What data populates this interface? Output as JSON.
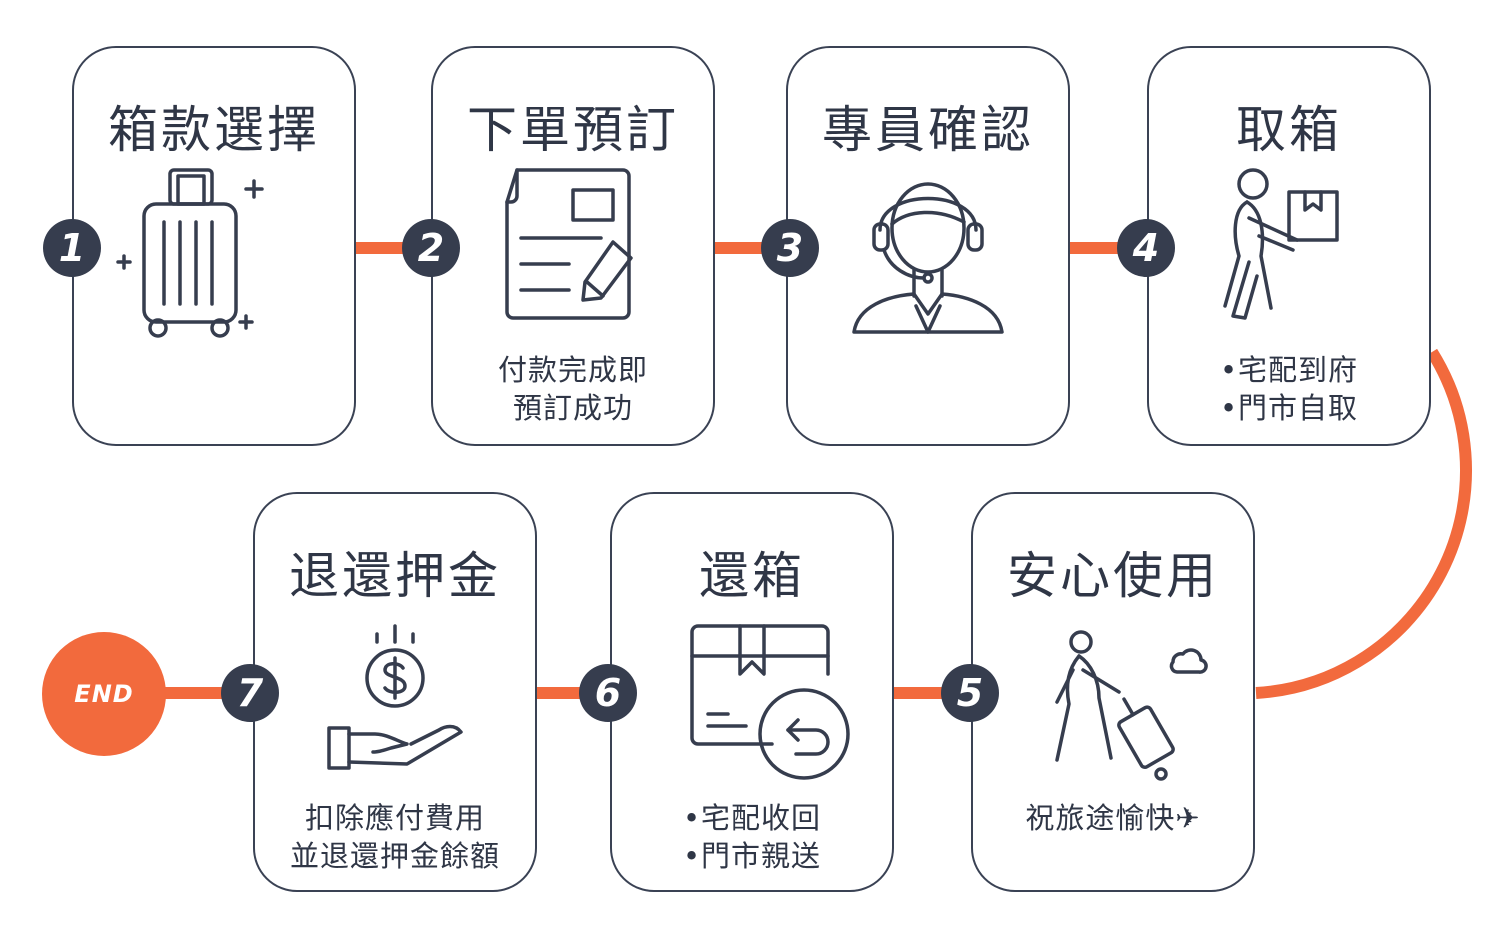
{
  "steps": [
    {
      "number": "1",
      "title": "箱款選擇",
      "description": [],
      "icon": "suitcase-icon"
    },
    {
      "number": "2",
      "title": "下單預訂",
      "description": [
        "付款完成即",
        "預訂成功"
      ],
      "icon": "document-pencil-icon"
    },
    {
      "number": "3",
      "title": "專員確認",
      "description": [],
      "icon": "customer-service-headset-icon"
    },
    {
      "number": "4",
      "title": "取箱",
      "description": [
        "•宅配到府",
        "•門市自取"
      ],
      "icon": "person-carrying-box-icon"
    },
    {
      "number": "5",
      "title": "安心使用",
      "description": [
        "祝旅途愉快✈"
      ],
      "icon": "traveler-with-luggage-icon"
    },
    {
      "number": "6",
      "title": "還箱",
      "description": [
        "•宅配收回",
        "•門市親送"
      ],
      "icon": "box-return-icon"
    },
    {
      "number": "7",
      "title": "退還押金",
      "description": [
        "扣除應付費用",
        "並退還押金餘額"
      ],
      "icon": "hand-coin-refund-icon"
    }
  ],
  "end_label": "END",
  "colors": {
    "accent": "#f26a3d",
    "dark": "#363d4e",
    "border": "#3a4254"
  }
}
